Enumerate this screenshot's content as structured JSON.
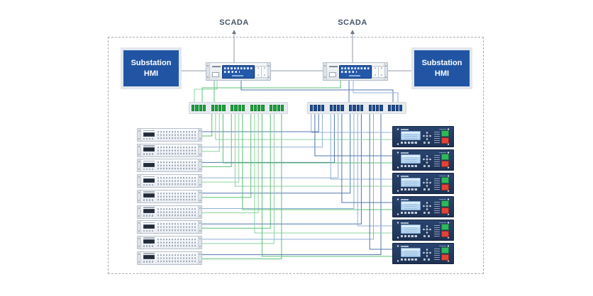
{
  "scada": {
    "left": "SCADA",
    "right": "SCADA"
  },
  "hmi_left": {
    "label": "Substation HMI"
  },
  "hmi_right": {
    "label": "Substation HMI"
  },
  "network": {
    "switch_count": 2,
    "terminal_bars": [
      {
        "id": "terminal-bar-green",
        "groups": 5,
        "ports_per_group": 4,
        "port_color": "#1ca13d",
        "port_edge": "#0d7a27"
      },
      {
        "id": "terminal-bar-blue",
        "groups": 5,
        "ports_per_group": 4,
        "port_color": "#1f4e94",
        "port_edge": "#12355f"
      }
    ]
  },
  "device_columns": {
    "left": {
      "count": 9,
      "kind": "io-rack-device"
    },
    "right": {
      "count": 6,
      "kind": "protection-relay"
    }
  },
  "colors": {
    "hmi_blue": "#2155a4",
    "switch_panel_blue": "#2458a8",
    "relay_navy": "#24395f",
    "button_green": "#2eb85c",
    "button_red": "#e04338",
    "wire_green": [
      "#5bbf74",
      "#8ed3a0"
    ],
    "wire_blue": [
      "#4f76ab",
      "#8fafd6"
    ],
    "line_gray": "#9099a3"
  }
}
